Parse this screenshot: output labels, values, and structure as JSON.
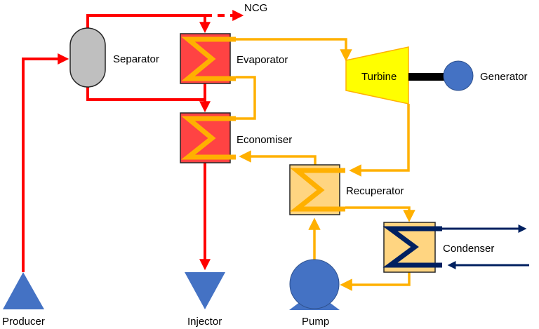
{
  "colors": {
    "brine": "#FF0000",
    "working_fluid": "#FFB000",
    "cooling": "#002060",
    "hx_hot_fill": "#FF4343",
    "hx_cool_fill": "#FFD581",
    "separator_fill": "#BFBFBF",
    "turbine_fill": "#FFFF00",
    "equipment_blue": "#4472C4",
    "shaft": "#000000"
  },
  "labels": {
    "ncg": "NCG",
    "separator": "Separator",
    "evaporator": "Evaporator",
    "economiser": "Economiser",
    "turbine": "Turbine",
    "generator": "Generator",
    "recuperator": "Recuperator",
    "condenser": "Condenser",
    "producer": "Producer",
    "injector": "Injector",
    "pump": "Pump"
  }
}
